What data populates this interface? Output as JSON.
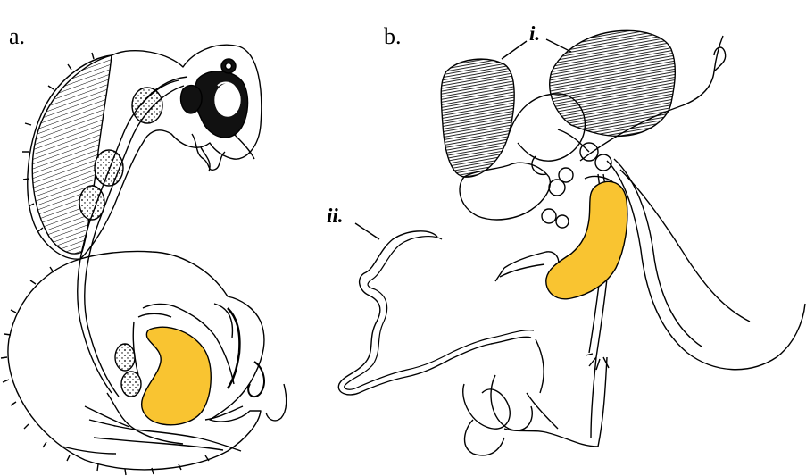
{
  "panels": {
    "a": {
      "label": "a."
    },
    "b": {
      "label": "b."
    }
  },
  "annotations": {
    "i": {
      "label": "i."
    },
    "ii": {
      "label": "ii."
    }
  },
  "colors": {
    "highlight": "#F9C431",
    "outline": "#000000",
    "muscle": "#1a1a1a",
    "background": "#ffffff"
  }
}
